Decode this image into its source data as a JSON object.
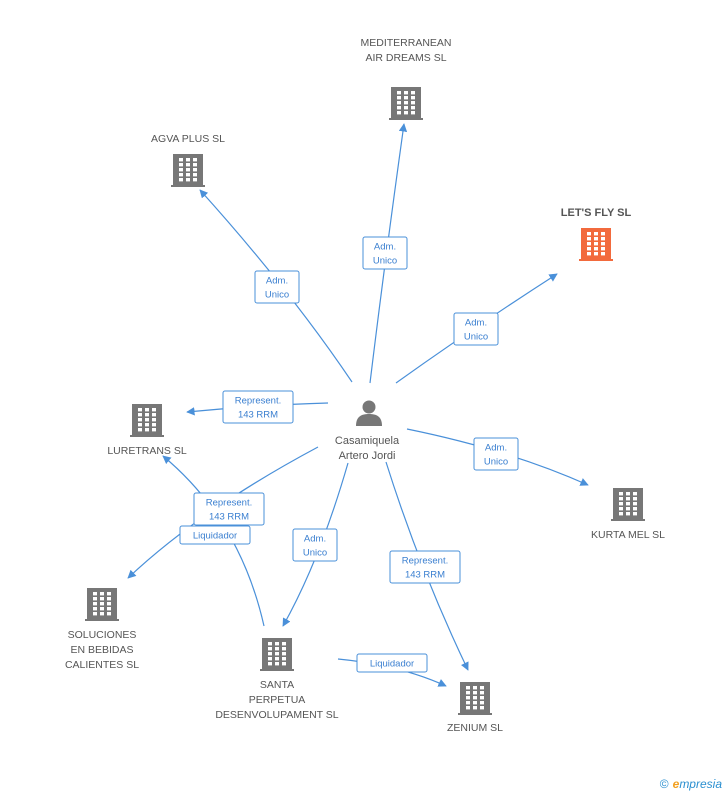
{
  "center": {
    "line1": "Casamiquela",
    "line2": "Artero Jordi",
    "icon": "person-icon"
  },
  "colors": {
    "edge": "#4a90d9",
    "company": "#777777",
    "highlight": "#f26a3d"
  },
  "companies": [
    {
      "id": "mediterranean",
      "lines": [
        "MEDITERRANEAN",
        "AIR DREAMS  SL"
      ],
      "highlight": false
    },
    {
      "id": "agva",
      "lines": [
        "AGVA PLUS  SL"
      ],
      "highlight": false
    },
    {
      "id": "letsfly",
      "lines": [
        "LET'S FLY SL"
      ],
      "highlight": true
    },
    {
      "id": "luretrans",
      "lines": [
        "LURETRANS  SL"
      ],
      "highlight": false
    },
    {
      "id": "kurta",
      "lines": [
        "KURTA MEL  SL"
      ],
      "highlight": false
    },
    {
      "id": "soluciones",
      "lines": [
        "SOLUCIONES",
        "EN BEBIDAS",
        "CALIENTES  SL"
      ],
      "highlight": false
    },
    {
      "id": "santa",
      "lines": [
        "SANTA",
        "PERPETUA",
        "DESENVOLUPAMENT SL"
      ],
      "highlight": false
    },
    {
      "id": "zenium",
      "lines": [
        "ZENIUM SL"
      ],
      "highlight": false
    }
  ],
  "edges": [
    {
      "id": "e-agva",
      "lines": [
        "Adm.",
        "Unico"
      ]
    },
    {
      "id": "e-mediterranean",
      "lines": [
        "Adm.",
        "Unico"
      ]
    },
    {
      "id": "e-letsfly",
      "lines": [
        "Adm.",
        "Unico"
      ]
    },
    {
      "id": "e-luretrans",
      "lines": [
        "Represent.",
        "143 RRM"
      ]
    },
    {
      "id": "e-kurta",
      "lines": [
        "Adm.",
        "Unico"
      ]
    },
    {
      "id": "e-soluciones",
      "lines": [
        "Represent.",
        "143 RRM"
      ]
    },
    {
      "id": "e-santa",
      "lines": [
        "Adm.",
        "Unico"
      ]
    },
    {
      "id": "e-zenium",
      "lines": [
        "Represent.",
        "143 RRM"
      ]
    },
    {
      "id": "e-santa-soluciones",
      "lines": [
        "Liquidador"
      ]
    },
    {
      "id": "e-santa-zenium",
      "lines": [
        "Liquidador"
      ]
    }
  ],
  "brand": {
    "copyright": "©",
    "initial": "e",
    "rest": "mpresia"
  }
}
